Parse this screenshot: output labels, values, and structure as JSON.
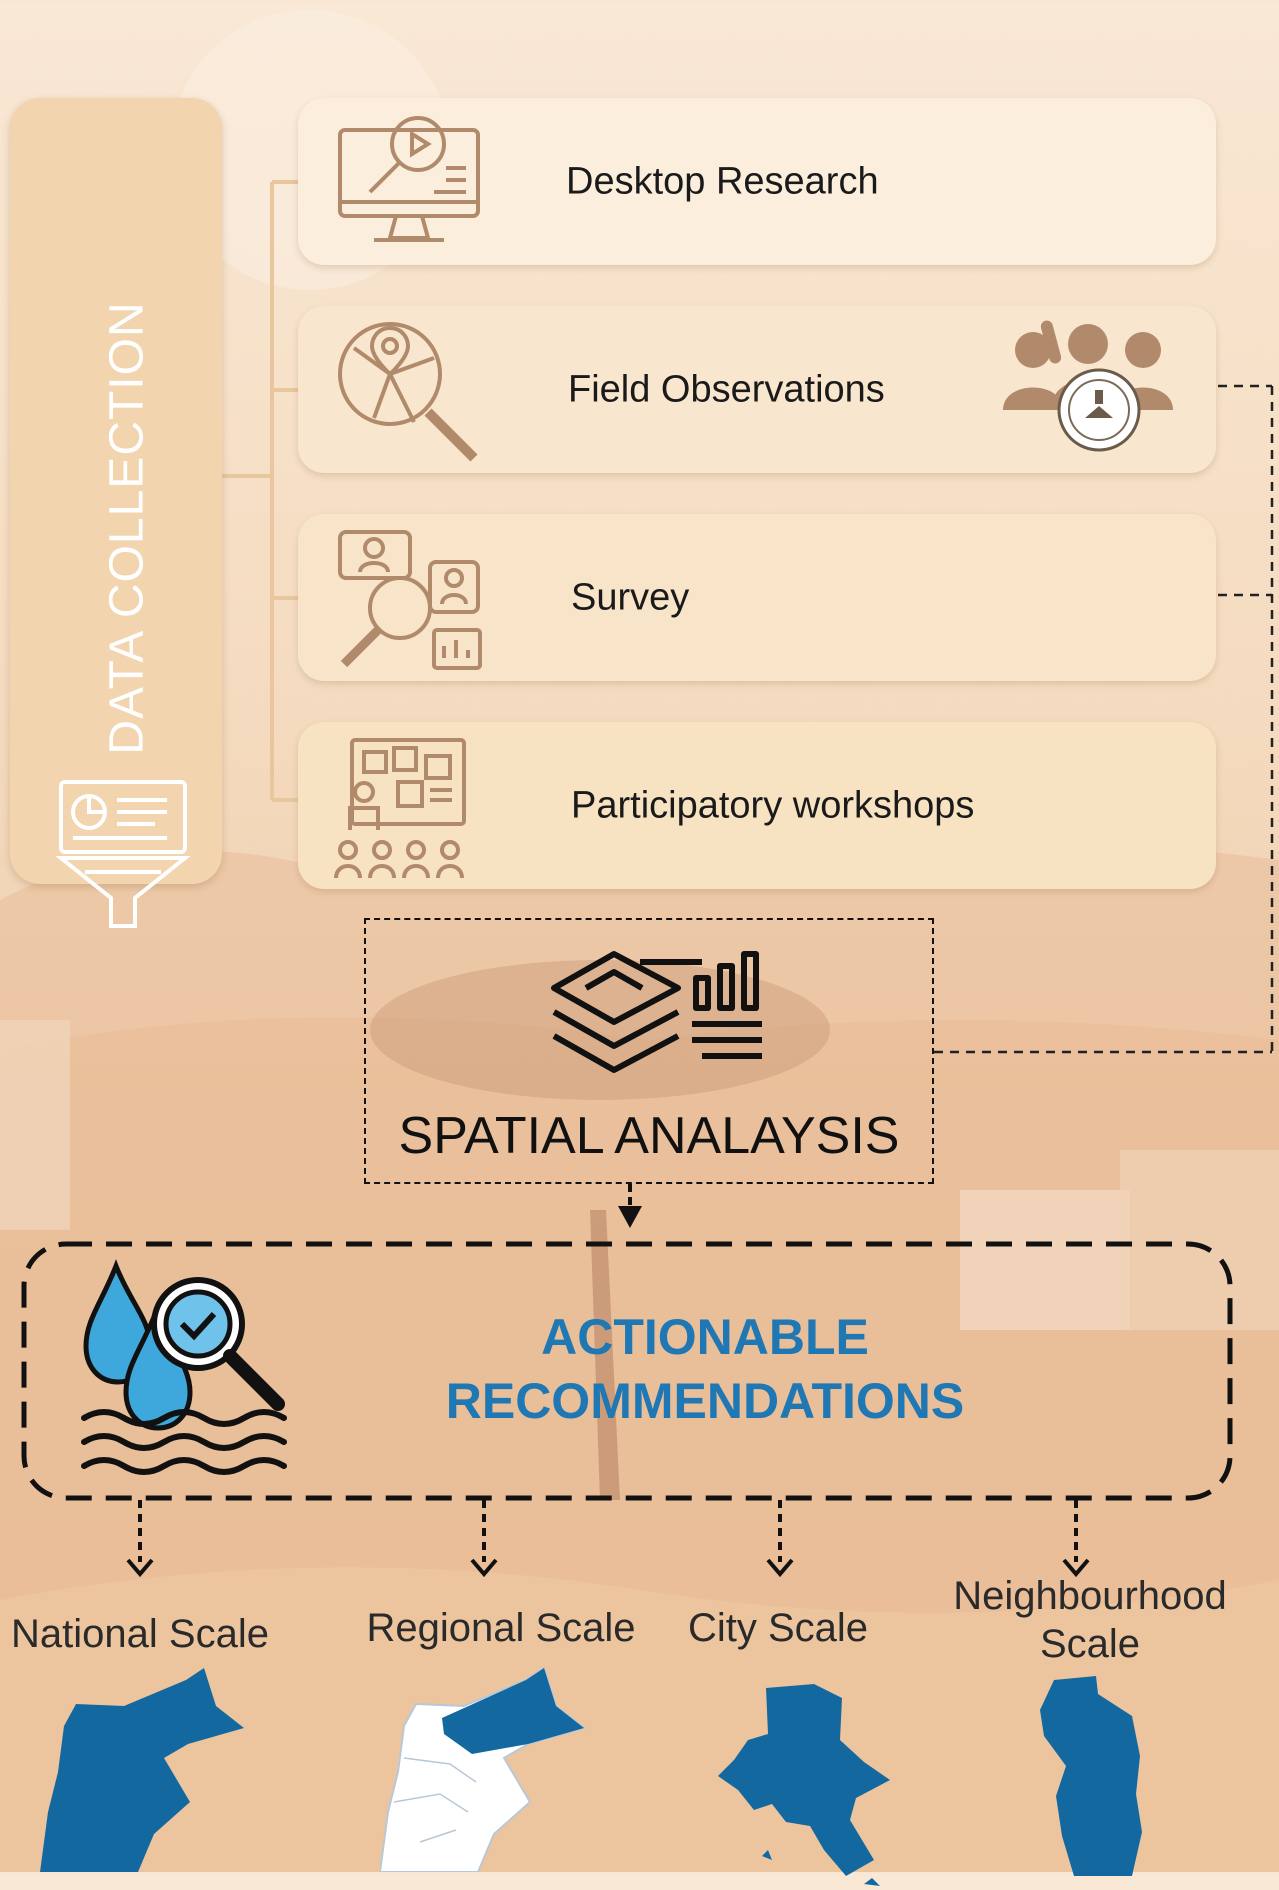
{
  "sidebar": {
    "title": "DATA COLLECTION",
    "icon": "report-funnel-icon"
  },
  "methods": [
    {
      "label": "Desktop Research",
      "icon": "monitor-search-icon"
    },
    {
      "label": "Field Observations",
      "icon": "map-search-icon"
    },
    {
      "label": "Survey",
      "icon": "people-search-icon"
    },
    {
      "label": "Participatory workshops",
      "icon": "workshop-board-icon"
    }
  ],
  "analysis": {
    "label": "SPATIAL ANALAYSIS",
    "icon": "layers-chart-icon"
  },
  "recommendations": {
    "line1": "ACTIONABLE",
    "line2": "RECOMMENDATIONS",
    "icon": "water-drops-check-icon"
  },
  "scales": [
    {
      "label": "National Scale",
      "map": "national-map-icon"
    },
    {
      "label": "Regional Scale",
      "map": "regional-map-icon"
    },
    {
      "label": "City Scale",
      "map": "city-map-icon"
    },
    {
      "label_line1": "Neighbourhood",
      "label_line2": "Scale",
      "map": "neighbourhood-map-icon"
    }
  ],
  "colors": {
    "accent_blue": "#1f77b4",
    "map_blue": "#1468a0",
    "icon_tan": "#b08a6a",
    "sidebar": "#f2d4ae"
  }
}
